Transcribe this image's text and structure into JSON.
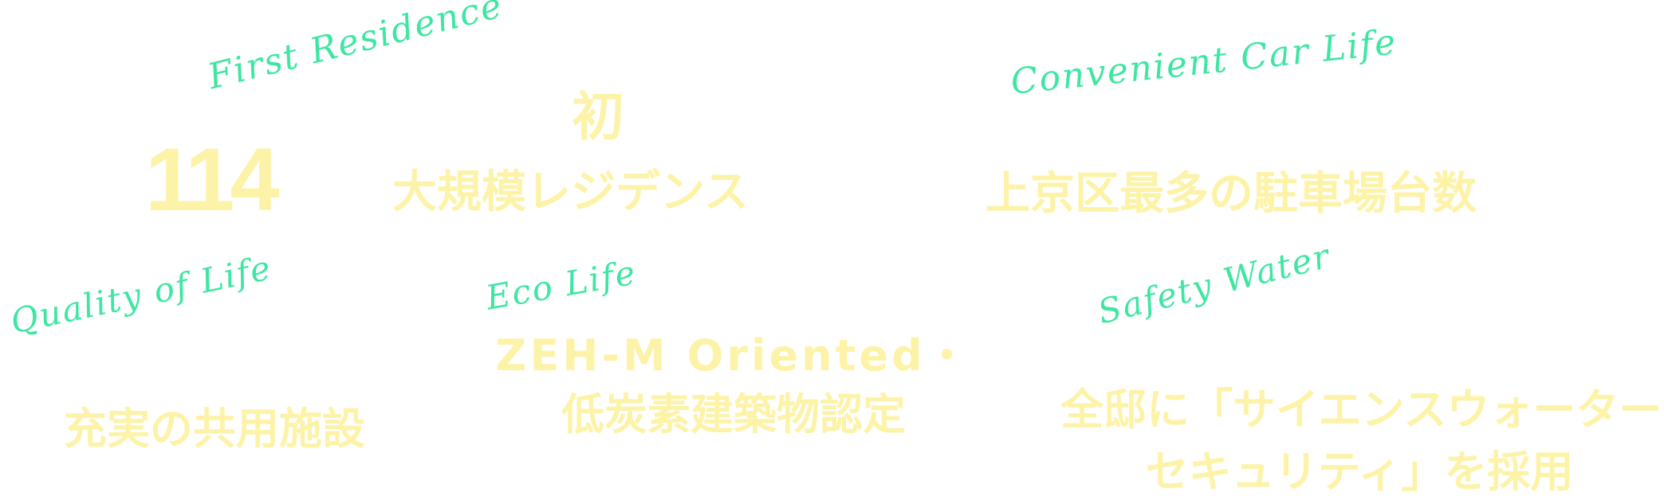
{
  "colors": {
    "script_green": "#3fe6a2",
    "headline_yellow": "#fdf3a8"
  },
  "features": [
    {
      "script": "First Residence",
      "number": "114",
      "line1": "初",
      "line2": "大規模レジデンス"
    },
    {
      "script": "Convenient Car Life",
      "line1": "上京区最多の駐車場台数"
    },
    {
      "script": "Quality of Life",
      "line1": "充実の共用施設"
    },
    {
      "script": "Eco Life",
      "line1": "ZEH-M Oriented・",
      "line2": "低炭素建築物認定"
    },
    {
      "script": "Safety Water",
      "line1": "全邸に「サイエンスウォーター",
      "line2": "セキュリティ」を採用"
    }
  ]
}
